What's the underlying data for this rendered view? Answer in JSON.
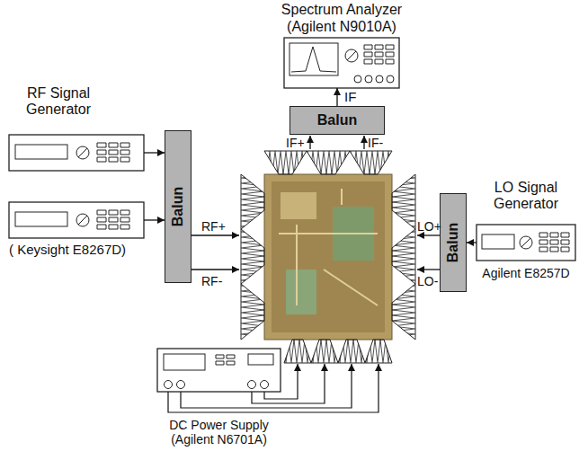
{
  "diagram": {
    "nodes": [
      {
        "text": [
          "Spectrum Analyzer",
          "(Agilent N9010A)"
        ]
      },
      {
        "text": [
          "Balun"
        ]
      },
      {
        "text": [
          "RF Signal Generator"
        ]
      },
      {
        "text": [
          "( Keysight E8267D)"
        ]
      },
      {
        "text": [
          "Balun"
        ]
      },
      {
        "text": [
          "Balun"
        ]
      },
      {
        "text": [
          "LO Signal Generator",
          "Agilent E8257D"
        ]
      },
      {
        "text": [
          "DC Power Supply",
          "(Agilent N6701A)"
        ]
      }
    ],
    "edges": [
      {
        "from": 1,
        "to": 0,
        "arrow": "to",
        "label": "IF"
      },
      {
        "from": 2,
        "to": 4,
        "arrow": "to"
      },
      {
        "from": 3,
        "to": 4,
        "arrow": "to"
      },
      {
        "from": 6,
        "to": 5,
        "arrow": "to"
      }
    ],
    "labels": [
      "IF+",
      "IF-",
      "RF+",
      "RF-",
      "LO+",
      "LO-"
    ]
  }
}
